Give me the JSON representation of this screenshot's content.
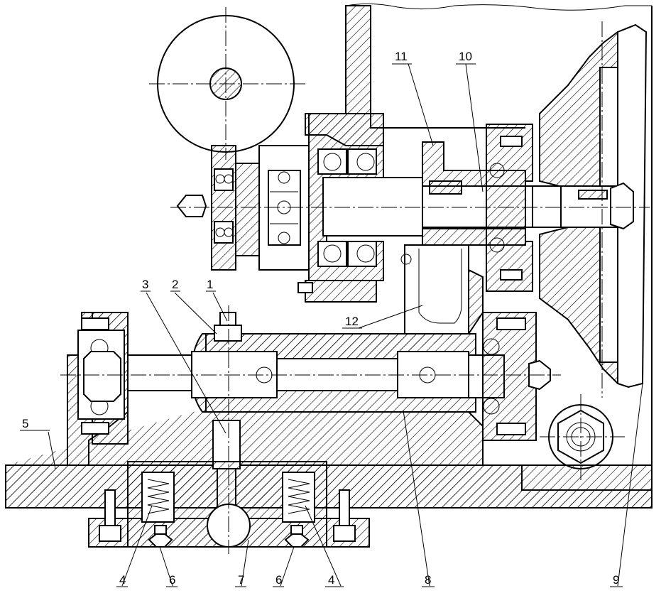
{
  "labels": {
    "l1": "1",
    "l2": "2",
    "l3": "3",
    "l4a": "4",
    "l4b": "4",
    "l5": "5",
    "l6a": "6",
    "l6b": "6",
    "l7": "7",
    "l8": "8",
    "l9": "9",
    "l10": "10",
    "l11": "11",
    "l12": "12"
  }
}
